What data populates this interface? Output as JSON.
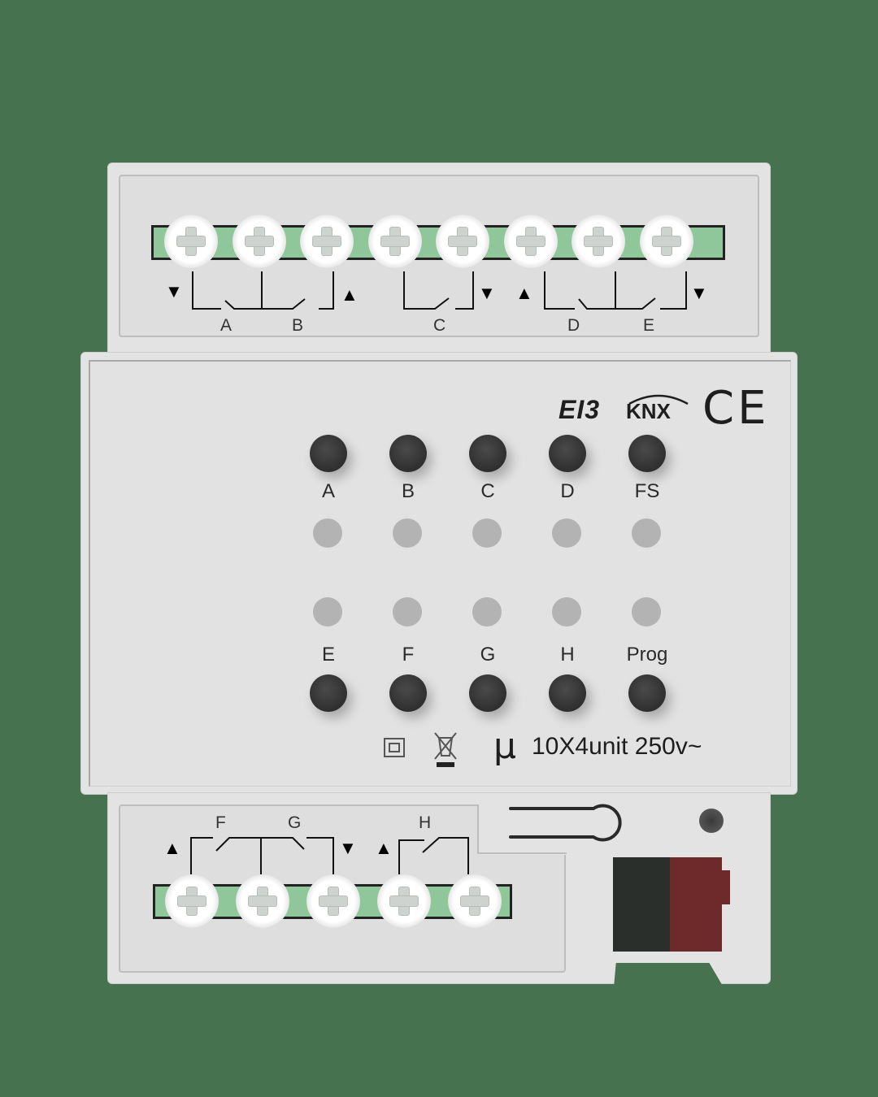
{
  "device": {
    "type": "KNX switch/shutter actuator module",
    "background_color": "#47724f",
    "housing_color": "#e3e3e3",
    "terminal_color": "#8fc79a"
  },
  "top_terminal": {
    "screw_count": 8,
    "channel_labels": [
      "A",
      "B",
      "C",
      "D",
      "E"
    ],
    "direction_markers": [
      "▼",
      "▲",
      "▼",
      "▲",
      "▼"
    ]
  },
  "logos": {
    "eib": "EI3",
    "knx": "KNX",
    "ce": "CE"
  },
  "buttons": {
    "top_row": [
      "A",
      "B",
      "C",
      "D",
      "FS"
    ],
    "bottom_row": [
      "E",
      "F",
      "G",
      "H",
      "Prog"
    ]
  },
  "rating": {
    "symbol": "μ",
    "text": "10X4unit 250v~"
  },
  "bottom_terminal": {
    "screw_count": 5,
    "channel_labels": [
      "F",
      "G",
      "H"
    ],
    "direction_markers": [
      "▲",
      "▼",
      "▲"
    ]
  },
  "bus_connector": {
    "colors": [
      "#2b2f2c",
      "#6e2a2a"
    ]
  }
}
